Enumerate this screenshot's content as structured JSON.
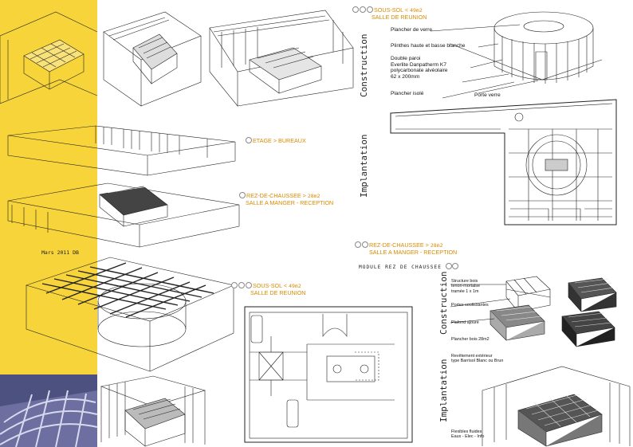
{
  "date": "Mars 2011 DB",
  "labels": {
    "sous_sol_top": {
      "l1": "SOUS-SOL <",
      "area": "49m2",
      "l2": "SALLE DE REUNION"
    },
    "etage": {
      "l1": "ETAGE > BUREAUX"
    },
    "rdc_left": {
      "l1": "REZ-DE-CHAUSSEE >",
      "area": "28m2",
      "l2": "SALLE A MANGER - RECEPTION"
    },
    "rdc_right": {
      "l1": "REZ-DE-CHAUSSEE >",
      "area": "28m2",
      "l2": "SALLE A MANGER - RECEPTION"
    },
    "sous_sol_bottom": {
      "l1": "SOUS-SOL <",
      "area": "49m2",
      "l2": "SALLE DE REUNION"
    }
  },
  "sections": {
    "construction_top": "Construction",
    "implantation_top": "Implantation",
    "construction_bottom": "Construction",
    "implantation_bottom": "Implantation"
  },
  "module_title": "MODULE REZ DE CHAUSSEE",
  "annotations_top": {
    "plancher_verre": "Plancher de verre",
    "plinthes": "Plinthes haute et basse blanche",
    "double_paroi_1": "Double paroi",
    "double_paroi_2": "Everlite Danpatherm K7",
    "double_paroi_3": "polycarbonate alvéolaire",
    "double_paroi_4": "62 x 200mm",
    "plancher_isole": "Plancher isolé",
    "porte_verre": "Porte verre"
  },
  "annotations_bottom": {
    "structure_1": "Structure bois",
    "structure_2": "tenon-mortaise",
    "structure_3": "tramée 1 x 1m",
    "portes": "Portes coulissantes",
    "plafond": "Plafond ajouré",
    "plancher": "Plancher bois 28m2",
    "revetement_1": "Revêtement extérieur",
    "revetement_2": "type Barrisol Blanc ou Brun",
    "flexibles_1": "Flexibles fluides",
    "flexibles_2": "Eaux - Elec - Info"
  },
  "colors": {
    "accent": "#d98a00",
    "band": "#f7d43a",
    "line": "#222222"
  }
}
